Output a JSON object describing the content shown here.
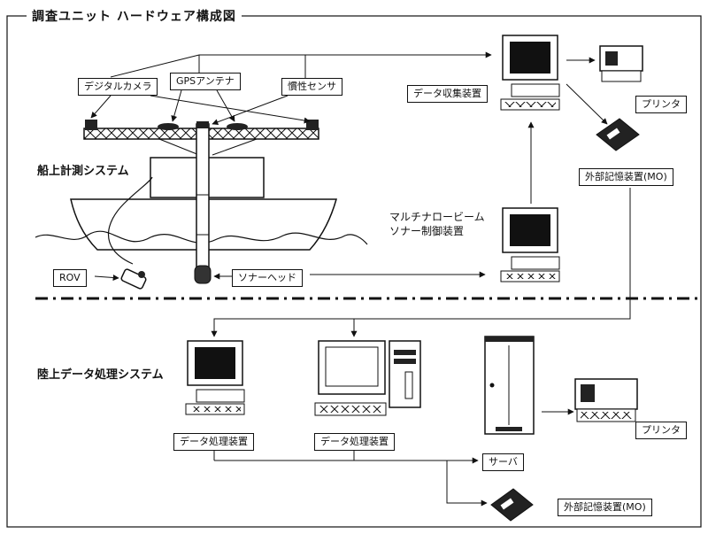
{
  "title": "調査ユニット ハードウェア構成図",
  "sections": {
    "ship": "船上計測システム",
    "land": "陸上データ処理システム"
  },
  "labels": {
    "digital_camera": "デジタルカメラ",
    "gps_antenna": "GPSアンテナ",
    "inertial_sensor": "慣性センサ",
    "data_collection": "データ収集装置",
    "printer_top": "プリンタ",
    "external_storage_top": "外部記憶装置(MO)",
    "multibeam_line1": "マルチナロービーム",
    "multibeam_line2": "ソナー制御装置",
    "rov": "ROV",
    "sonar_head": "ソナーヘッド",
    "data_processing_1": "データ処理装置",
    "data_processing_2": "データ処理装置",
    "server": "サーバ",
    "printer_bottom": "プリンタ",
    "external_storage_bottom": "外部記憶装置(MO)"
  }
}
